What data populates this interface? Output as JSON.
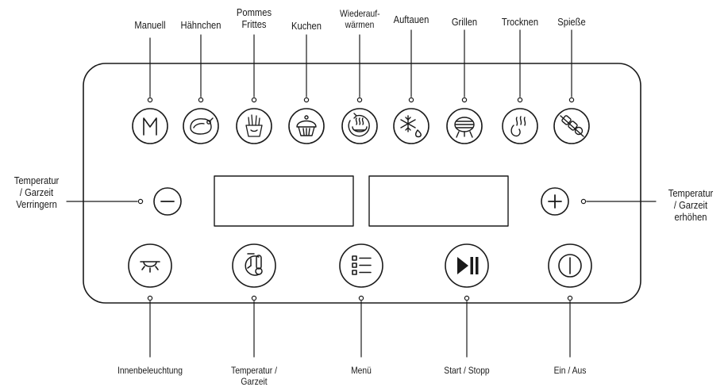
{
  "program_buttons": [
    {
      "label": "Manuell",
      "icon": "manual-m-icon"
    },
    {
      "label": "Hähnchen",
      "icon": "chicken-icon"
    },
    {
      "label": "Pommes\nFrittes",
      "icon": "fries-icon"
    },
    {
      "label": "Kuchen",
      "icon": "cupcake-icon"
    },
    {
      "label": "Wiederauf-\nwärmen",
      "icon": "reheat-icon"
    },
    {
      "label": "Auftauen",
      "icon": "snowflake-icon"
    },
    {
      "label": "Grillen",
      "icon": "grill-icon"
    },
    {
      "label": "Trocknen",
      "icon": "dehydrate-icon"
    },
    {
      "label": "Spieße",
      "icon": "skewer-icon"
    }
  ],
  "decrease": {
    "label": "Temperatur\n/ Garzeit\nVerringern",
    "icon": "minus-icon"
  },
  "increase": {
    "label": "Temperatur\n/ Garzeit\nerhöhen",
    "icon": "plus-icon"
  },
  "bottom_buttons": [
    {
      "label": "Innenbeleuchtung",
      "icon": "light-icon"
    },
    {
      "label": "Temperatur /\nGarzeit",
      "icon": "timer-thermometer-icon"
    },
    {
      "label": "Menü",
      "icon": "menu-list-icon"
    },
    {
      "label": "Start / Stopp",
      "icon": "play-pause-icon"
    },
    {
      "label": "Ein / Aus",
      "icon": "power-icon"
    }
  ]
}
